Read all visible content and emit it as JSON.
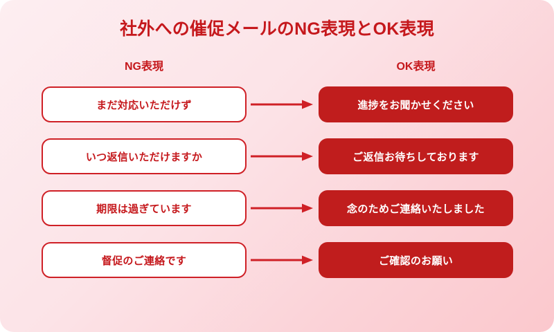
{
  "title": "社外への催促メールのNG表現とOK表現",
  "columns": {
    "ng_header": "NG表現",
    "ok_header": "OK表現"
  },
  "colors": {
    "title": "#C5181C",
    "ng_border": "#CF2026",
    "ng_text": "#C5181C",
    "ok_fill": "#C01D1D",
    "ok_text": "#FFFFFF",
    "arrow": "#CF2026",
    "background_start": "#FDEEF1",
    "background_end": "#FBC8CD"
  },
  "rows": [
    {
      "ng": "まだ対応いただけず",
      "ok": "進捗をお聞かせください"
    },
    {
      "ng": "いつ返信いただけますか",
      "ok": "ご返信お待ちしております"
    },
    {
      "ng": "期限は過ぎています",
      "ok": "念のためご連絡いたしました"
    },
    {
      "ng": "督促のご連絡です",
      "ok": "ご確認のお願い"
    }
  ]
}
